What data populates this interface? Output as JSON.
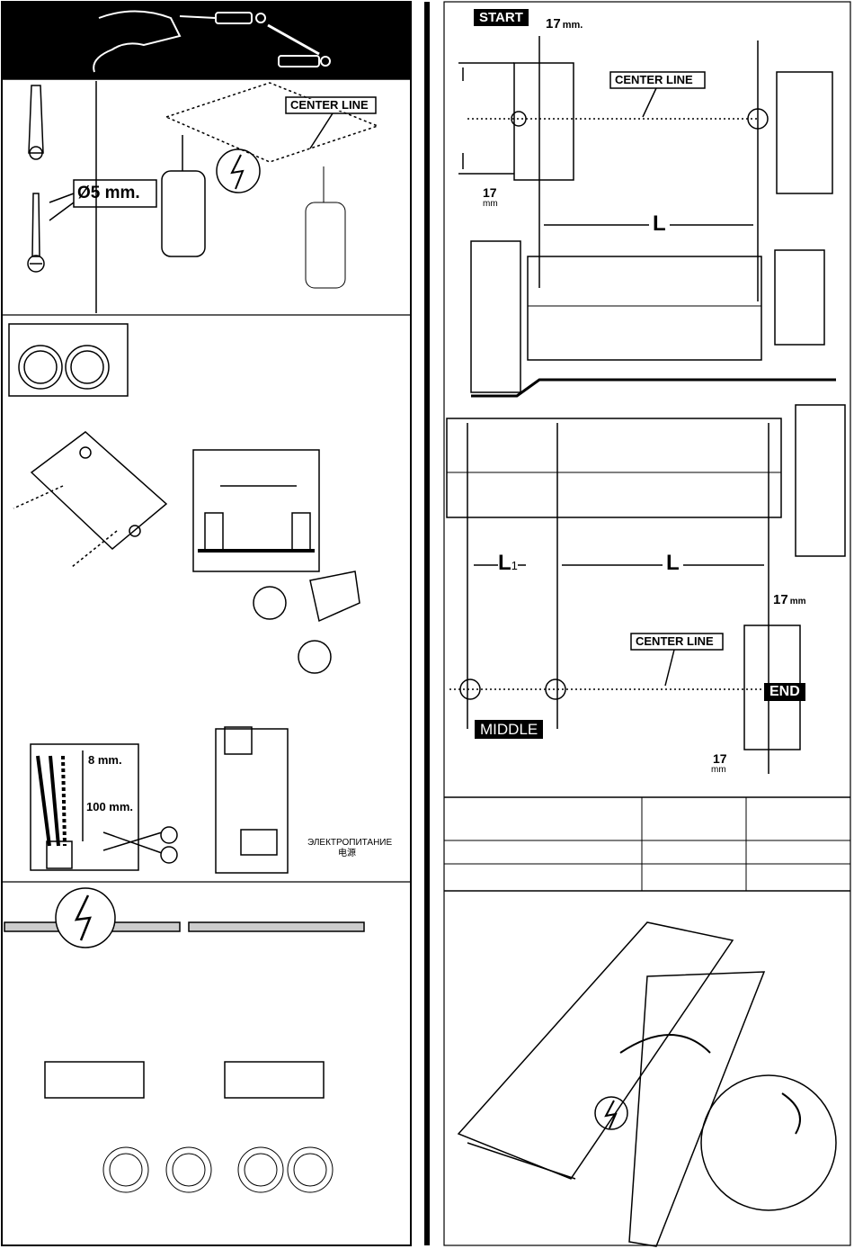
{
  "labels": {
    "center_line": "CENTER LINE",
    "diameter": "5 mm.",
    "start": "START",
    "end": "END",
    "middle": "MIDDLE",
    "dim_17": "17",
    "unit_mm_dot": "mm.",
    "unit_mm": "mm",
    "dist_L": "L",
    "dist_L1": "L",
    "sub_1": "1",
    "strip_8": "8 mm.",
    "strip_100": "100 mm.",
    "power_ru": "ЭЛЕКТРОПИТАНИЕ",
    "power_cn": "电源"
  }
}
